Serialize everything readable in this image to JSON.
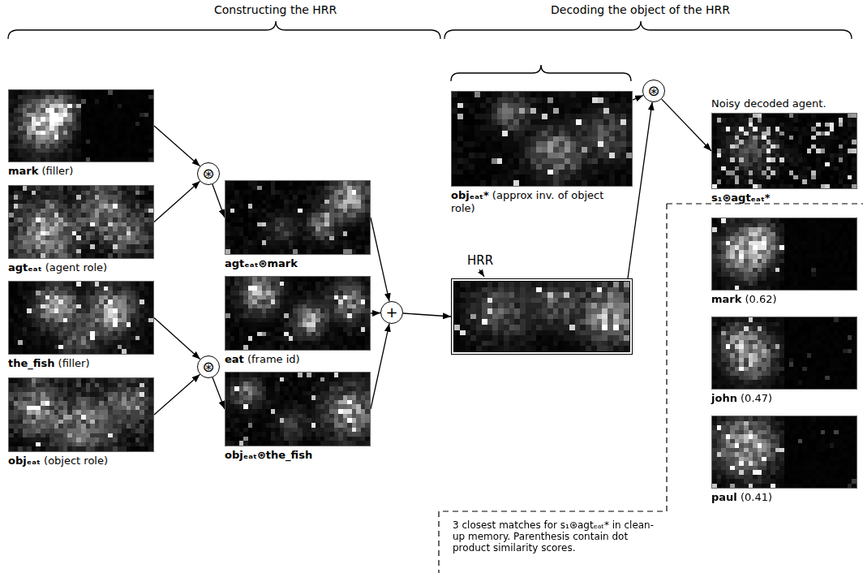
{
  "diagram": {
    "nodes": [
      {
        "text": [
          "mark (filler)"
        ]
      },
      {
        "text": [
          "agtₑₐₜ (agent role)"
        ]
      },
      {
        "text": [
          "the_fish (filler)"
        ]
      },
      {
        "text": [
          "objₑₐₜ (object role)"
        ]
      },
      {
        "text": [
          "⊛"
        ]
      },
      {
        "text": [
          "⊛"
        ]
      },
      {
        "text": [
          "agtₑₐₜ⊛mark"
        ]
      },
      {
        "text": [
          "eat (frame id)"
        ]
      },
      {
        "text": [
          "objₑₐₜ⊛the_fish"
        ]
      },
      {
        "text": [
          "+"
        ]
      },
      {
        "text": [
          "objₑₐₜ* (approx inv. of object role)"
        ]
      },
      {
        "text": [
          "HRR"
        ]
      },
      {
        "text": [
          "⊛"
        ]
      },
      {
        "text": [
          "Noisy decoded agent.",
          "s₁⊛agtₑₐₜ*"
        ]
      },
      {
        "text": [
          "3 closest matches for s₁⊛agtₑₐₜ* in clean-up memory. Parenthesis contain dot product similarity scores."
        ]
      },
      {
        "text": [
          "mark (0.62)"
        ],
        "in": 14
      },
      {
        "text": [
          "john (0.47)"
        ],
        "in": 14
      },
      {
        "text": [
          "paul (0.41)"
        ],
        "in": 14
      }
    ],
    "edges": [
      {
        "from": 0,
        "to": 4,
        "arrow": "to"
      },
      {
        "from": 1,
        "to": 4,
        "arrow": "to"
      },
      {
        "from": 4,
        "to": 6,
        "arrow": "to"
      },
      {
        "from": 2,
        "to": 5,
        "arrow": "to"
      },
      {
        "from": 3,
        "to": 5,
        "arrow": "to"
      },
      {
        "from": 5,
        "to": 8,
        "arrow": "to"
      },
      {
        "from": 6,
        "to": 9,
        "arrow": "to"
      },
      {
        "from": 7,
        "to": 9,
        "arrow": "to"
      },
      {
        "from": 8,
        "to": 9,
        "arrow": "to"
      },
      {
        "from": 9,
        "to": 11,
        "arrow": "to"
      },
      {
        "from": 11,
        "to": 12,
        "arrow": "to"
      },
      {
        "from": 10,
        "to": 12,
        "arrow": "to"
      },
      {
        "from": 12,
        "to": 13,
        "arrow": "to"
      }
    ],
    "labels": [
      "Constructing the HRR",
      "Decoding the object of the HRR"
    ]
  }
}
